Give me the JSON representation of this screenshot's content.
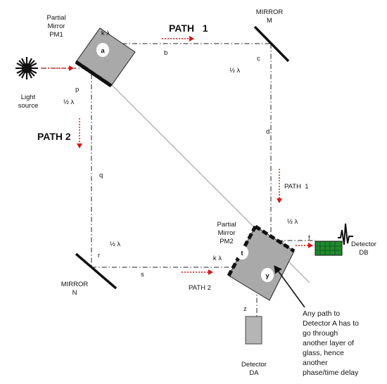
{
  "labels": {
    "partial_mirror_1": [
      "Partial",
      "Mirror",
      "PM1"
    ],
    "partial_mirror_2": [
      "Partial",
      "Mirror",
      "PM2"
    ],
    "mirror_m": [
      "MIRROR",
      "M"
    ],
    "mirror_n": [
      "MIRROR",
      "N"
    ],
    "light_source": [
      "Light",
      "source"
    ],
    "detector_b": [
      "Detector",
      "DB"
    ],
    "detector_a": [
      "Detector",
      "DA"
    ],
    "path1_top": "PATH   1",
    "path1_right": "PATH  1",
    "path2_left": "PATH 2",
    "path2_bottom": "PATH 2",
    "k_lambda_1": "k λ",
    "k_lambda_2": "k λ",
    "half_lambda_left": "½ λ",
    "half_lambda_right_top": "½ λ",
    "half_lambda_right_bottom": "½ λ",
    "half_lambda_bottom": "½ λ",
    "point_a": "a",
    "point_b": "b",
    "point_c": "c",
    "point_d": "d",
    "point_e": "e",
    "point_f": "f",
    "point_p": "p",
    "point_q": "q",
    "point_r": "r",
    "point_s": "s",
    "point_t": "t",
    "point_y": "y",
    "point_z": "z",
    "annotation": [
      "Any path to",
      "Detector A has to",
      "go through",
      "another layer of",
      "glass, hence",
      "another",
      "phase/time delay"
    ]
  },
  "colors": {
    "mirror_glass": "#a9a9a9",
    "detector_b": "#1f8a2e",
    "detector_a": "#b5b5b5",
    "arrow": "#e01010",
    "beam": "#222222"
  }
}
